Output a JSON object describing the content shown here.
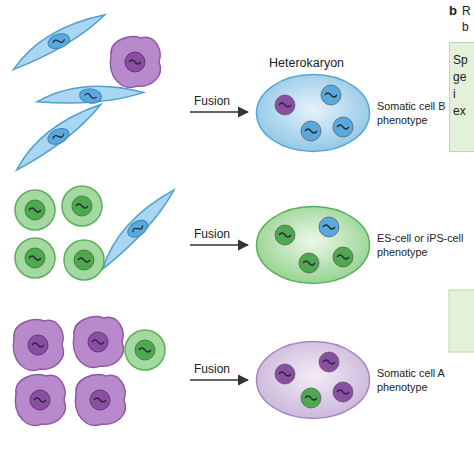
{
  "diagram": {
    "nodes": [
      {
        "text": [
          "Heterokaryon",
          "Somatic cell B phenotype"
        ]
      },
      {
        "text": [
          "ES-cell or iPS-cell phenotype"
        ]
      },
      {
        "text": [
          "Somatic cell A phenotype"
        ]
      },
      {
        "text": [
          "Sp ge i ex"
        ]
      }
    ],
    "labels": [
      "Fusion",
      "Fusion",
      "Fusion",
      "b",
      "R",
      "b"
    ]
  }
}
